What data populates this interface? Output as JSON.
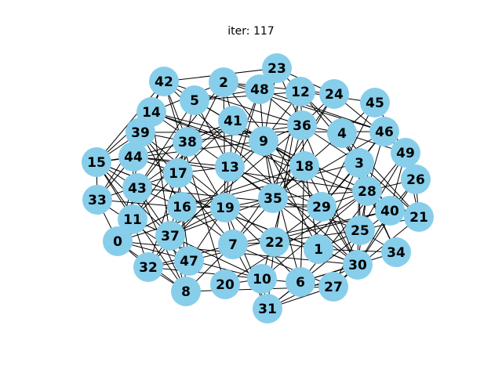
{
  "title": "iter: 117",
  "node_color": "#87ceeb",
  "edge_color": "#000000",
  "label_color": "#000000",
  "nodes": [
    "0",
    "1",
    "2",
    "3",
    "4",
    "5",
    "6",
    "7",
    "8",
    "9",
    "10",
    "11",
    "12",
    "13",
    "14",
    "15",
    "16",
    "17",
    "18",
    "19",
    "20",
    "21",
    "22",
    "23",
    "24",
    "25",
    "26",
    "27",
    "28",
    "29",
    "30",
    "31",
    "32",
    "33",
    "34",
    "35",
    "36",
    "37",
    "38",
    "39",
    "40",
    "41",
    "42",
    "43",
    "44",
    "45",
    "46",
    "47",
    "48",
    "49"
  ]
}
